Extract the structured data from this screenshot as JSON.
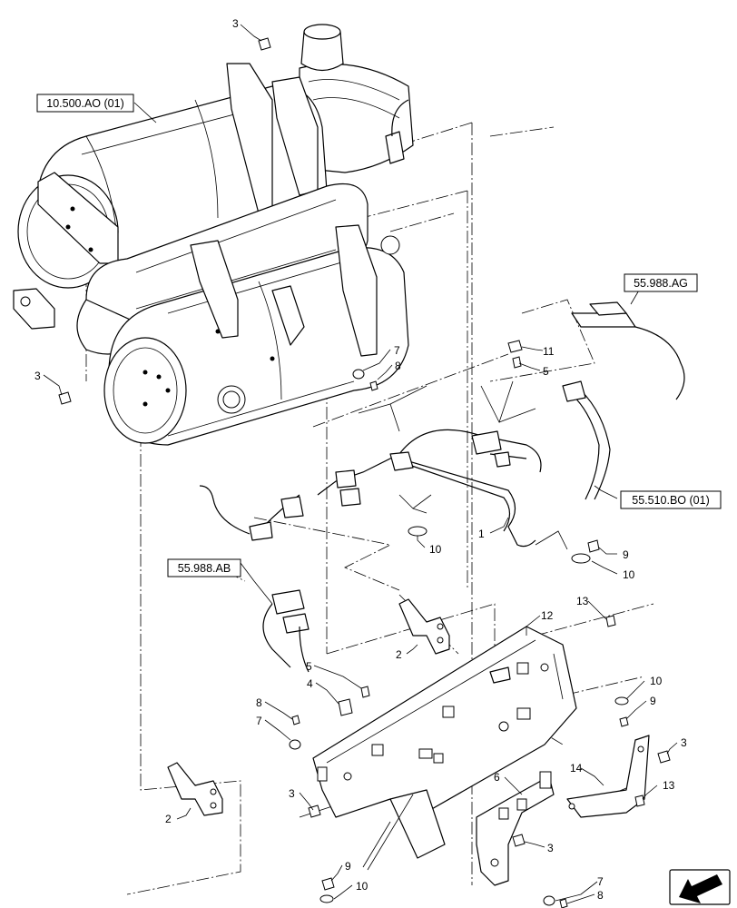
{
  "references": {
    "r1": "10.500.AO (01)",
    "r2": "55.988.AG",
    "r3": "55.510.BO (01)",
    "r4": "55.988.AB"
  },
  "callouts": {
    "c3a": "3",
    "c3b": "3",
    "c3c": "3",
    "c3d": "3",
    "c3e": "3",
    "c7a": "7",
    "c7b": "7",
    "c7c": "7",
    "c8a": "8",
    "c8b": "8",
    "c8c": "8",
    "c11": "11",
    "c5a": "5",
    "c5b": "5",
    "c9a": "9",
    "c9b": "9",
    "c9c": "9",
    "c10a": "10",
    "c10b": "10",
    "c10c": "10",
    "c10d": "10",
    "c1": "1",
    "c12": "12",
    "c13a": "13",
    "c13b": "13",
    "c2a": "2",
    "c2b": "2",
    "c4": "4",
    "c6": "6",
    "c14": "14"
  },
  "nav": {
    "icon": "arrow-down-left-icon"
  }
}
